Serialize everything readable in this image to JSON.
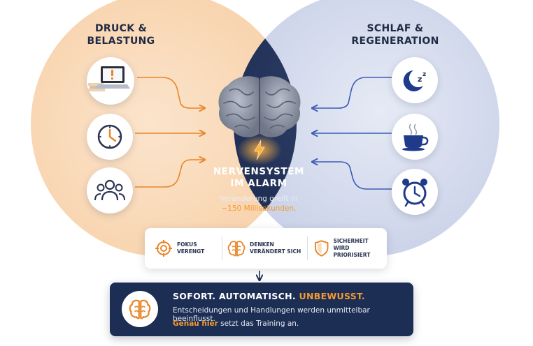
{
  "left_title_line1": "DRUCK &",
  "left_title_line2": "BELASTUNG",
  "right_title_line1": "SCHLAF &",
  "right_title_line2": "REGENERATION",
  "left_icons": [
    "laptop-alert-icon",
    "clock-icon",
    "people-group-icon"
  ],
  "right_icons": [
    "moon-sleep-icon",
    "coffee-cup-icon",
    "alarm-clock-icon"
  ],
  "center": {
    "title_line1": "NERVENSYSTEM",
    "title_line2": "IM ALARM",
    "sub_line1": "Veränderung greift in",
    "sub_line2": "~150 Millisekunden."
  },
  "effects": [
    {
      "icon": "target-icon",
      "line1": "FOKUS",
      "line2": "VERENGT"
    },
    {
      "icon": "brain-icon",
      "line1": "DENKEN",
      "line2": "VERÄNDERT SICH"
    },
    {
      "icon": "shield-icon",
      "line1": "SICHERHEIT",
      "line2": "WIRD PRIORISIERT"
    }
  ],
  "bottom": {
    "head_white": "SOFORT. AUTOMATISCH.",
    "head_orange": "UNBEWUSST.",
    "line2": "Entscheidungen und Handlungen werden unmittelbar beeinflusst.",
    "line3_orange": "Genau hier",
    "line3_white": "setzt das Training an."
  },
  "colors": {
    "navy": "#1d2e55",
    "orange": "#f39a2e",
    "peach": "#fbe2c8",
    "lavender": "#d8def0"
  }
}
